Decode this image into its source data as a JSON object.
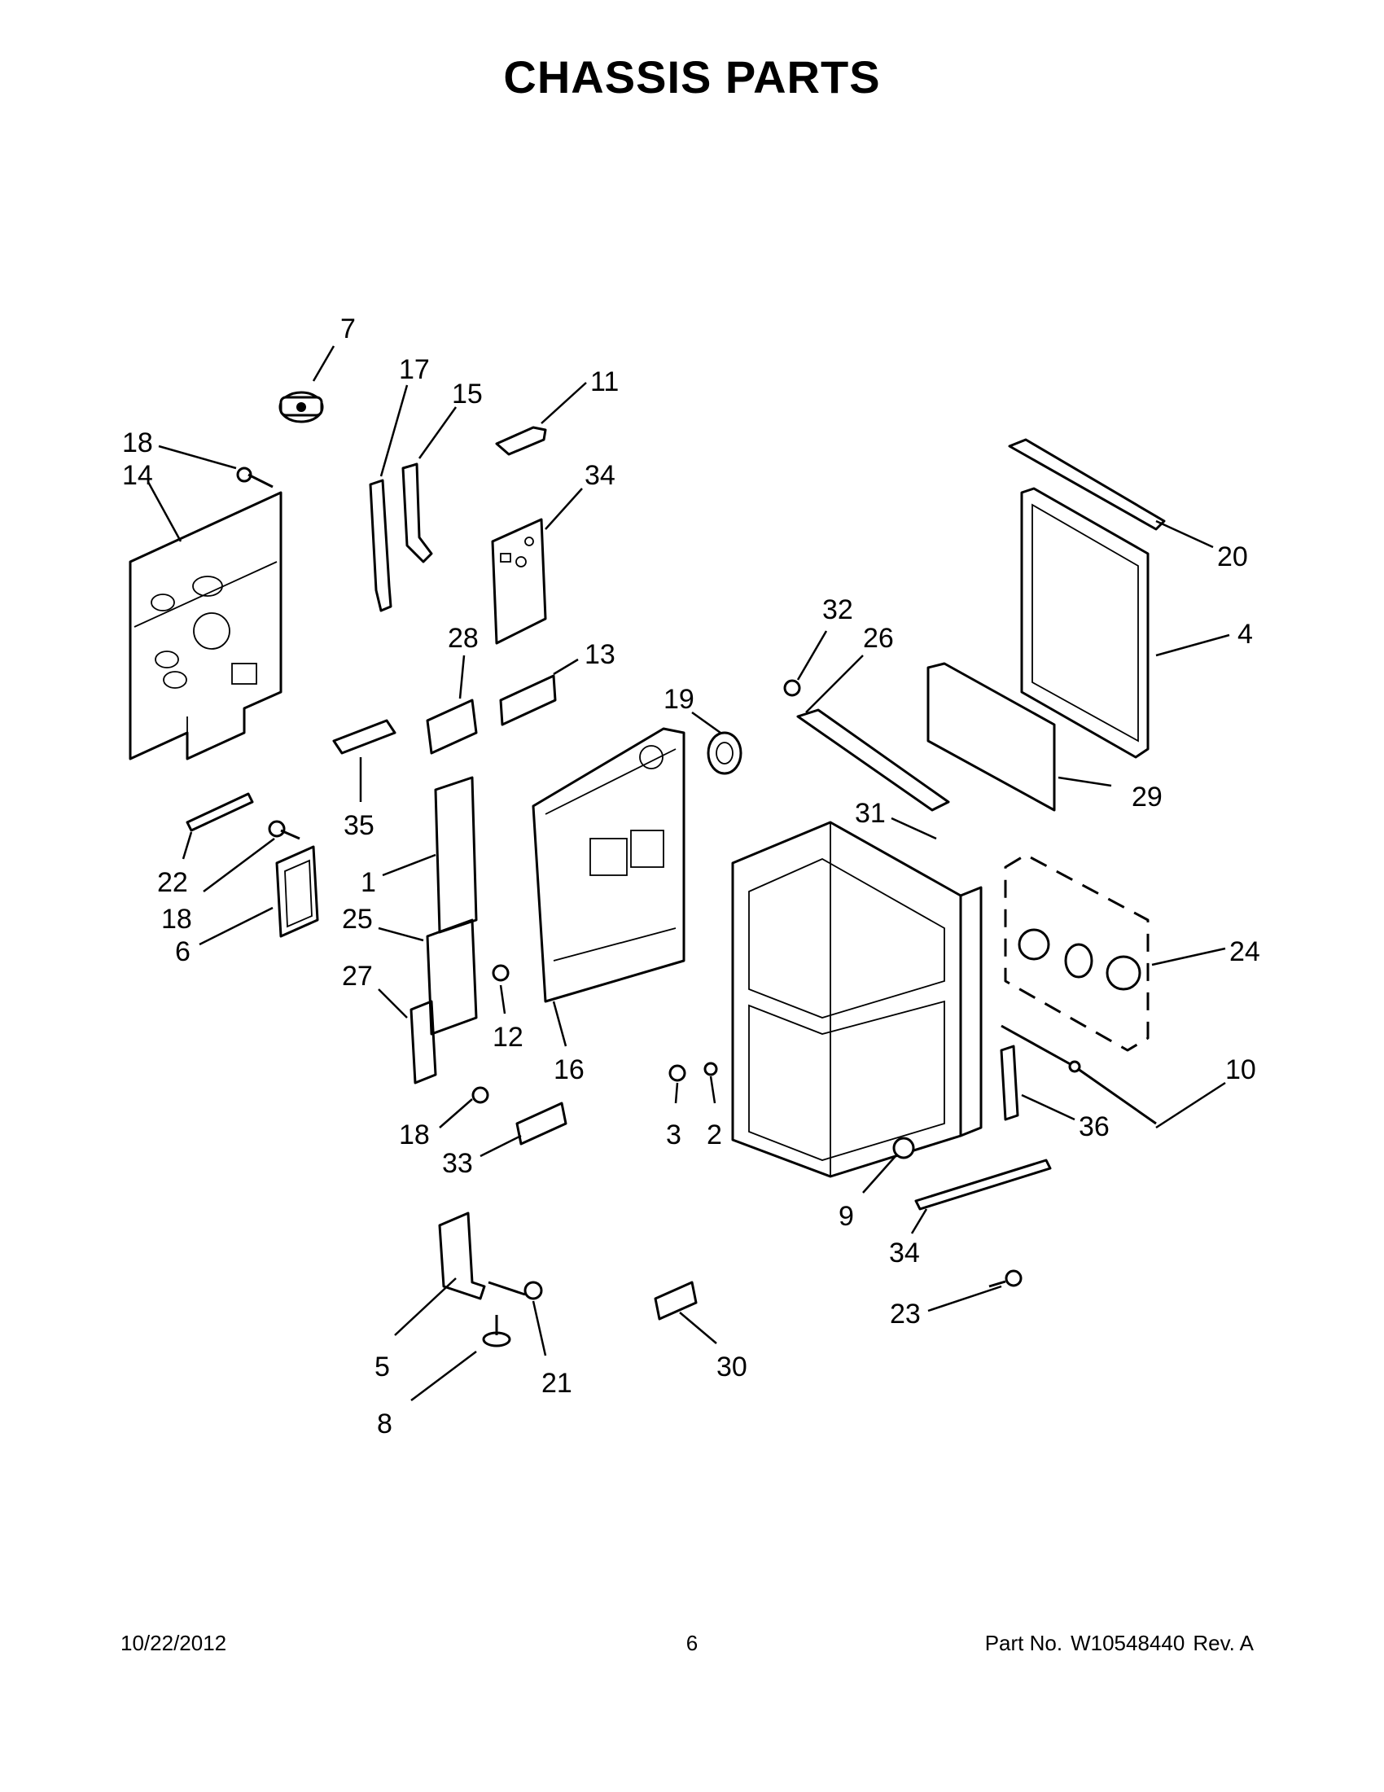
{
  "title": "CHASSIS PARTS",
  "footer": {
    "date": "10/22/2012",
    "page": "6",
    "part_label": "Part No.",
    "part_number": "W10548440",
    "revision": "Rev. A"
  },
  "callouts": [
    "7",
    "17",
    "15",
    "11",
    "18",
    "14",
    "34",
    "20",
    "4",
    "32",
    "26",
    "28",
    "13",
    "19",
    "35",
    "29",
    "22",
    "18",
    "1",
    "31",
    "6",
    "25",
    "24",
    "27",
    "12",
    "16",
    "10",
    "3",
    "2",
    "36",
    "18",
    "33",
    "9",
    "34",
    "23",
    "5",
    "21",
    "30",
    "8"
  ]
}
